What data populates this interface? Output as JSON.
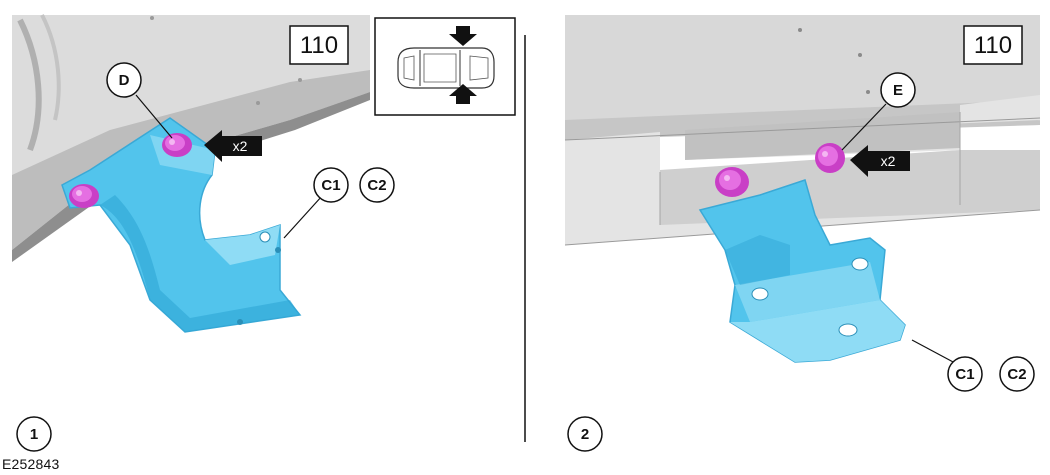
{
  "figure_id": "E252843",
  "colors": {
    "bracket": "#4fc1e9",
    "bracket_shade": "#2fa6d6",
    "bolt": "#d94bd6",
    "chassis": "#d4d4d4",
    "chassis_dark": "#9a9a9a",
    "callout_stroke": "#111111"
  },
  "view_indicator": {
    "icon": "vehicle-top-view-icon",
    "arrows": "pinch-arrows-icon"
  },
  "panels": [
    {
      "step": "1",
      "model_label": "110",
      "bolt_callout": "D",
      "bolt_count": "x2",
      "part_callouts": [
        "C1",
        "C2"
      ]
    },
    {
      "step": "2",
      "model_label": "110",
      "bolt_callout": "E",
      "bolt_count": "x2",
      "part_callouts": [
        "C1",
        "C2"
      ]
    }
  ]
}
